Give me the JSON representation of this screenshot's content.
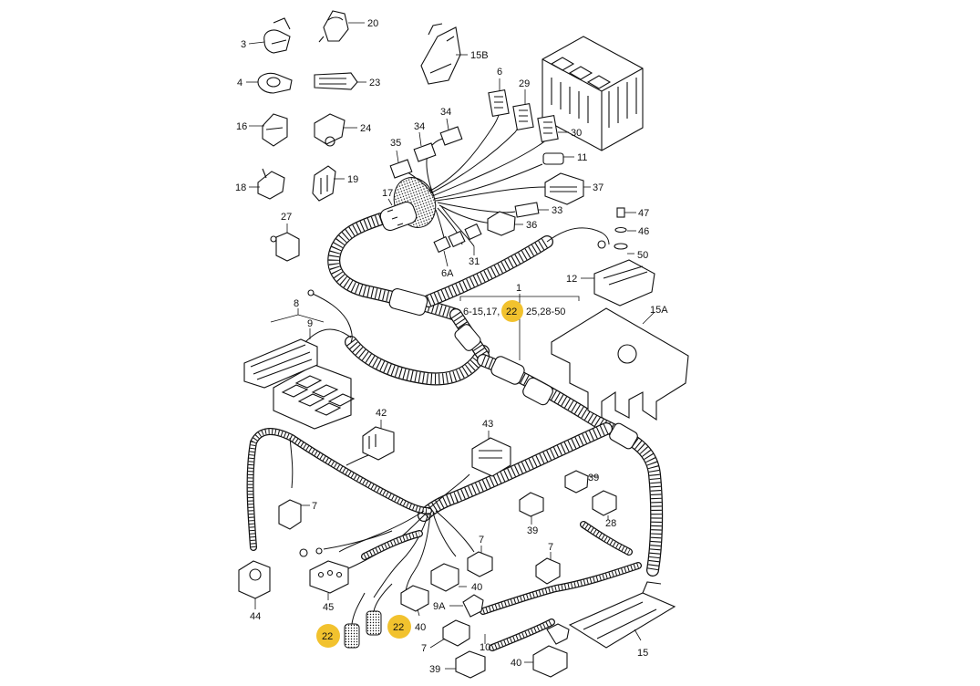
{
  "diagram": {
    "labels": [
      {
        "id": "3",
        "text": "3"
      },
      {
        "id": "20",
        "text": "20"
      },
      {
        "id": "15B",
        "text": "15B"
      },
      {
        "id": "4",
        "text": "4"
      },
      {
        "id": "23",
        "text": "23"
      },
      {
        "id": "6a",
        "text": "6"
      },
      {
        "id": "29",
        "text": "29"
      },
      {
        "id": "16",
        "text": "16"
      },
      {
        "id": "24",
        "text": "24"
      },
      {
        "id": "34a",
        "text": "34"
      },
      {
        "id": "34b",
        "text": "34"
      },
      {
        "id": "30",
        "text": "30"
      },
      {
        "id": "35",
        "text": "35"
      },
      {
        "id": "11",
        "text": "11"
      },
      {
        "id": "18",
        "text": "18"
      },
      {
        "id": "19",
        "text": "19"
      },
      {
        "id": "37",
        "text": "37"
      },
      {
        "id": "17",
        "text": "17"
      },
      {
        "id": "33",
        "text": "33"
      },
      {
        "id": "47",
        "text": "47"
      },
      {
        "id": "27",
        "text": "27"
      },
      {
        "id": "36",
        "text": "36"
      },
      {
        "id": "46",
        "text": "46"
      },
      {
        "id": "31",
        "text": "31"
      },
      {
        "id": "50",
        "text": "50"
      },
      {
        "id": "6A",
        "text": "6A"
      },
      {
        "id": "12",
        "text": "12"
      },
      {
        "id": "1",
        "text": "1"
      },
      {
        "id": "8",
        "text": "8"
      },
      {
        "id": "15A",
        "text": "15A"
      },
      {
        "id": "9a",
        "text": "9"
      },
      {
        "id": "42",
        "text": "42"
      },
      {
        "id": "43",
        "text": "43"
      },
      {
        "id": "39a",
        "text": "39"
      },
      {
        "id": "7a",
        "text": "7"
      },
      {
        "id": "39b",
        "text": "39"
      },
      {
        "id": "28",
        "text": "28"
      },
      {
        "id": "7b",
        "text": "7"
      },
      {
        "id": "7c",
        "text": "7"
      },
      {
        "id": "40a",
        "text": "40"
      },
      {
        "id": "45",
        "text": "45"
      },
      {
        "id": "44",
        "text": "44"
      },
      {
        "id": "9A",
        "text": "9A"
      },
      {
        "id": "40b",
        "text": "40"
      },
      {
        "id": "15",
        "text": "15"
      },
      {
        "id": "7d",
        "text": "7"
      },
      {
        "id": "10",
        "text": "10"
      },
      {
        "id": "40c",
        "text": "40"
      },
      {
        "id": "39c",
        "text": "39"
      }
    ],
    "group_label": {
      "left": "6-15,17,",
      "highlight": "22",
      "right": "25,28-50"
    },
    "highlight_tags": [
      {
        "id": "h1",
        "text": "22"
      },
      {
        "id": "h2",
        "text": "22"
      },
      {
        "id": "h3",
        "text": "22"
      }
    ],
    "colors": {
      "highlight": "#F2C22E",
      "line": "#111111",
      "background": "#FFFFFF"
    }
  }
}
